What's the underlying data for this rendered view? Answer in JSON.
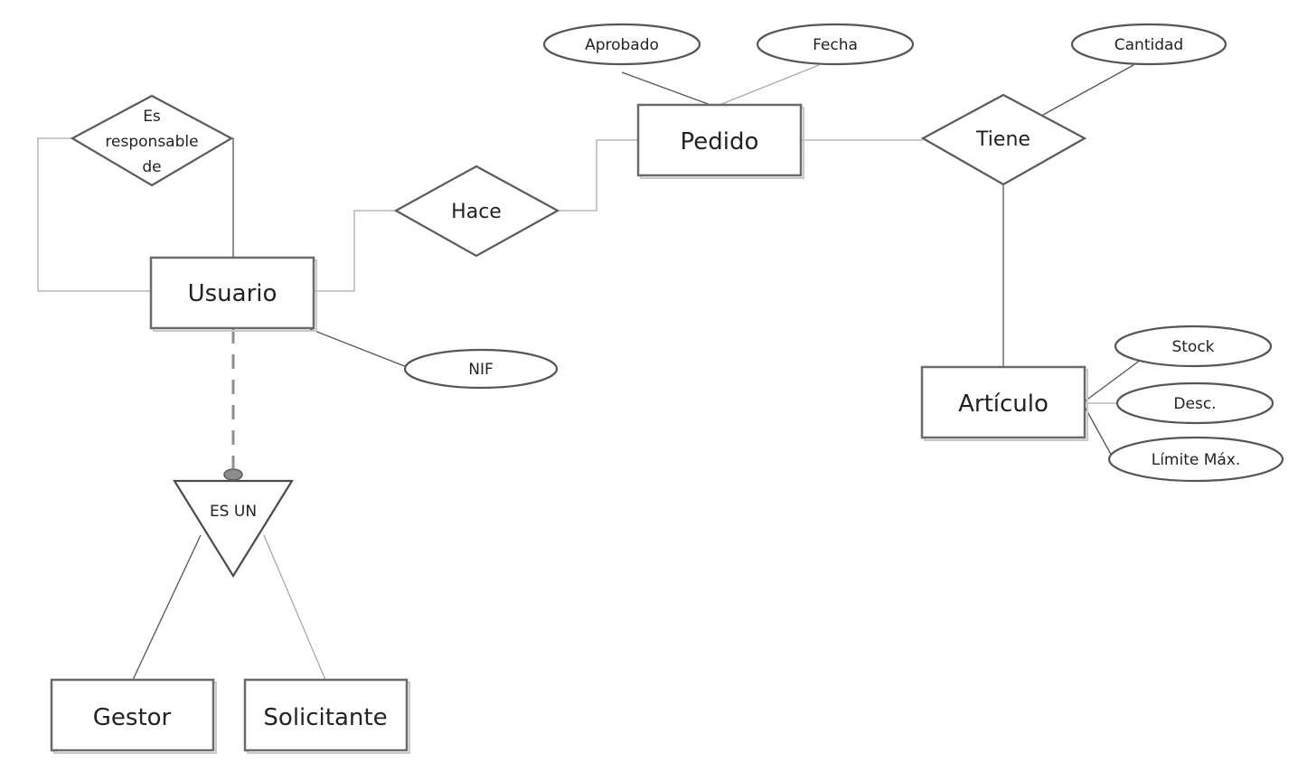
{
  "entities": {
    "usuario": "Usuario",
    "pedido": "Pedido",
    "articulo": "Artículo",
    "gestor": "Gestor",
    "solicitante": "Solicitante"
  },
  "relationships": {
    "es_responsable": [
      "Es",
      "responsable",
      "de"
    ],
    "hace": "Hace",
    "tiene": "Tiene"
  },
  "attributes": {
    "aprobado": "Aprobado",
    "fecha": "Fecha",
    "cantidad": "Cantidad",
    "nif": "NIF",
    "stock": "Stock",
    "desc": "Desc.",
    "limite_max": "Límite Máx."
  },
  "specialization": {
    "label": "ES UN"
  }
}
